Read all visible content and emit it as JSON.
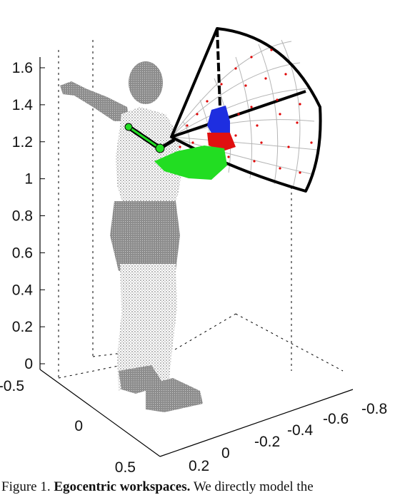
{
  "chart_data": {
    "type": "3d-scatter",
    "z_ticks": [
      "0",
      "0.2",
      "0.4",
      "0.6",
      "0.8",
      "1",
      "1.2",
      "1.4",
      "1.6"
    ],
    "y_ticks": [
      "-0.5",
      "0",
      "0.5"
    ],
    "x_ticks": [
      "0.2",
      "0",
      "-0.2",
      "-0.4",
      "-0.6",
      "-0.8"
    ],
    "zlim": [
      0,
      1.7
    ],
    "grid": false,
    "colors": {
      "body_points": "#8a8a8a",
      "arm": "#22dd22",
      "workspace_outline": "#000000",
      "workspace_mesh": "#b0b0b0",
      "samples": "#e00000",
      "hand_blue": "#1e2ee0",
      "hand_red": "#e01010"
    }
  },
  "caption": {
    "label": "Figure 1.",
    "title": "Egocentric workspaces.",
    "text": "We directly model the"
  }
}
